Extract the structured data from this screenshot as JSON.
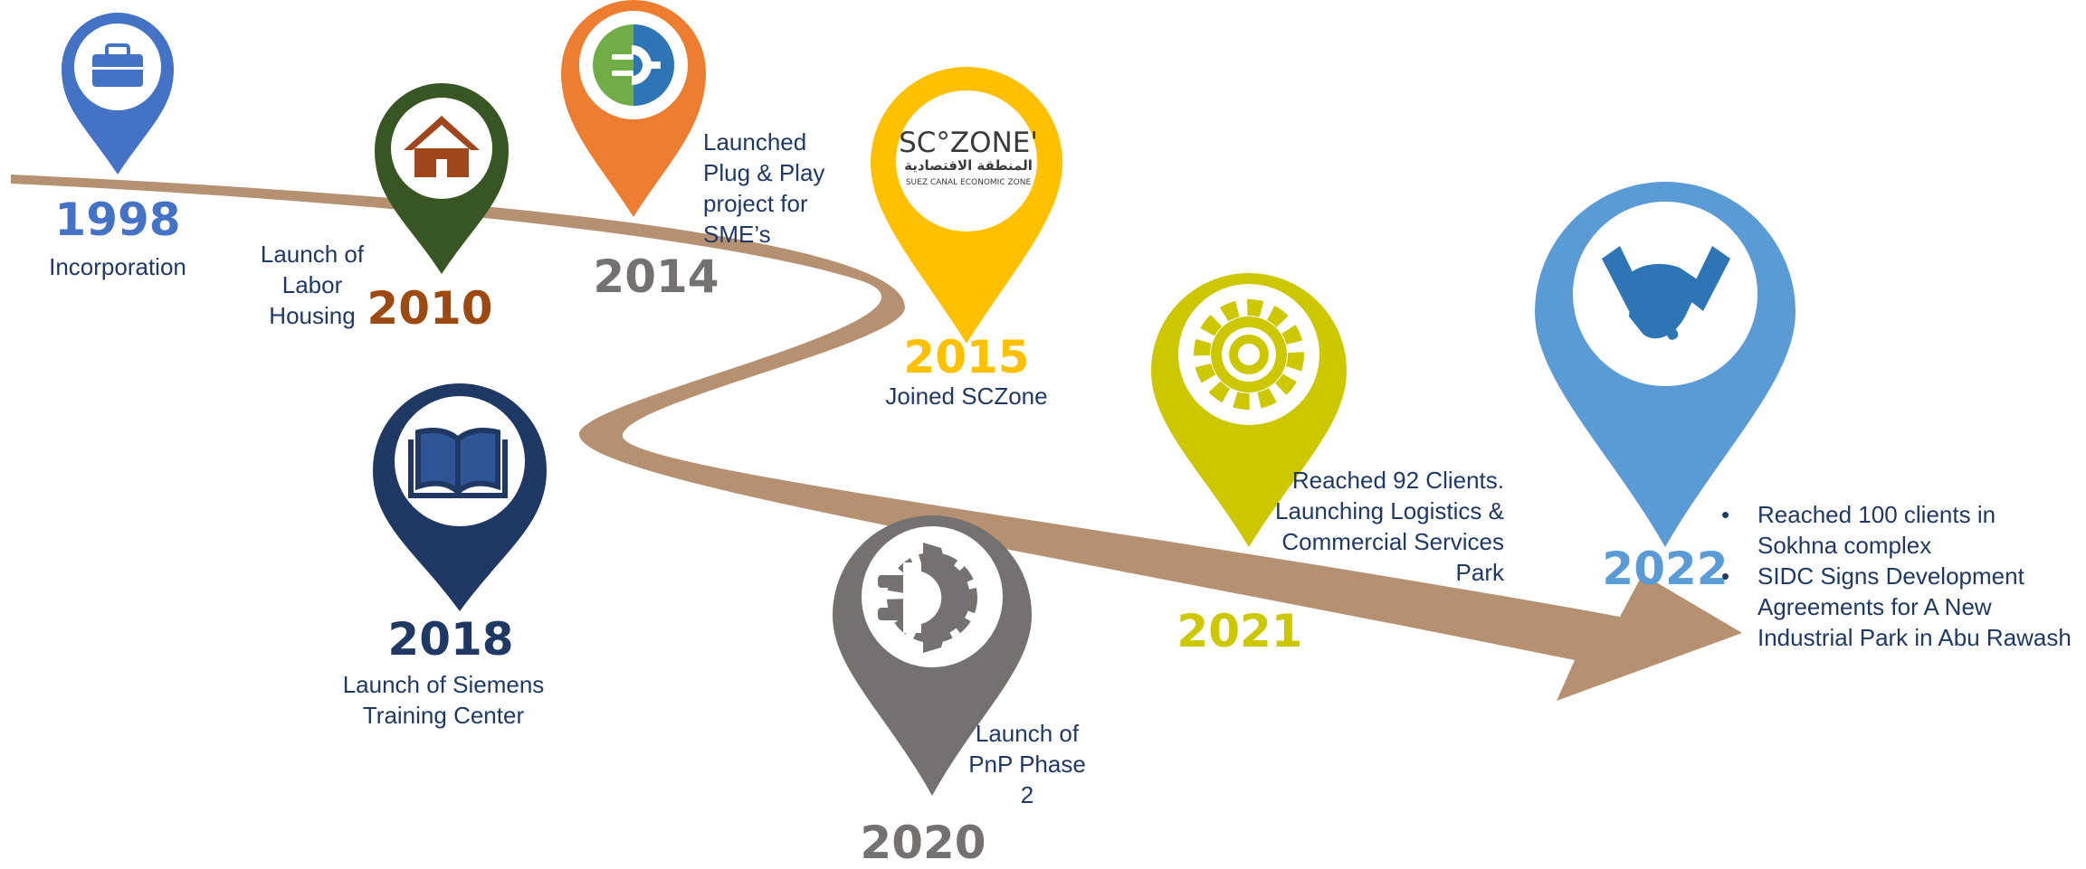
{
  "milestones": [
    {
      "year": "1998",
      "color": "#4472c4",
      "icon": "briefcase-icon",
      "description": "Incorporation"
    },
    {
      "year": "2010",
      "color": "#8b4513",
      "pin_color": "#375623",
      "icon": "house-icon",
      "description": "Launch of Labor Housing"
    },
    {
      "year": "2014",
      "color": "#767171",
      "pin_color": "#ed7d31",
      "icon": "plug-gear-icon",
      "description": "Launched Plug & Play project for SME’s"
    },
    {
      "year": "2015",
      "color": "#ffc000",
      "icon": "sczone-logo",
      "description": "Joined SCZone"
    },
    {
      "year": "2018",
      "color": "#1f3864",
      "icon": "open-book-icon",
      "description": "Launch of Siemens Training Center"
    },
    {
      "year": "2020",
      "color": "#767171",
      "icon": "plug-gear-icon",
      "description": "Launch of PnP Phase 2"
    },
    {
      "year": "2021",
      "color": "#cdc700",
      "icon": "gear-icon",
      "description": "Reached 92 Clients. Launching Logistics & Commercial Services Park"
    },
    {
      "year": "2022",
      "color": "#5b9bd5",
      "icon": "handshake-icon",
      "bullets": [
        "Reached 100 clients in Sokhna complex",
        "SIDC Signs Development Agreements for A New Industrial Park in Abu Rawash"
      ]
    }
  ],
  "logo_text": {
    "main": "SC°ZONE'",
    "arabic": "المنطقة الاقتصادية",
    "sub": "SUEZ CANAL ECONOMIC ZONE"
  },
  "road_color": "#b59172"
}
